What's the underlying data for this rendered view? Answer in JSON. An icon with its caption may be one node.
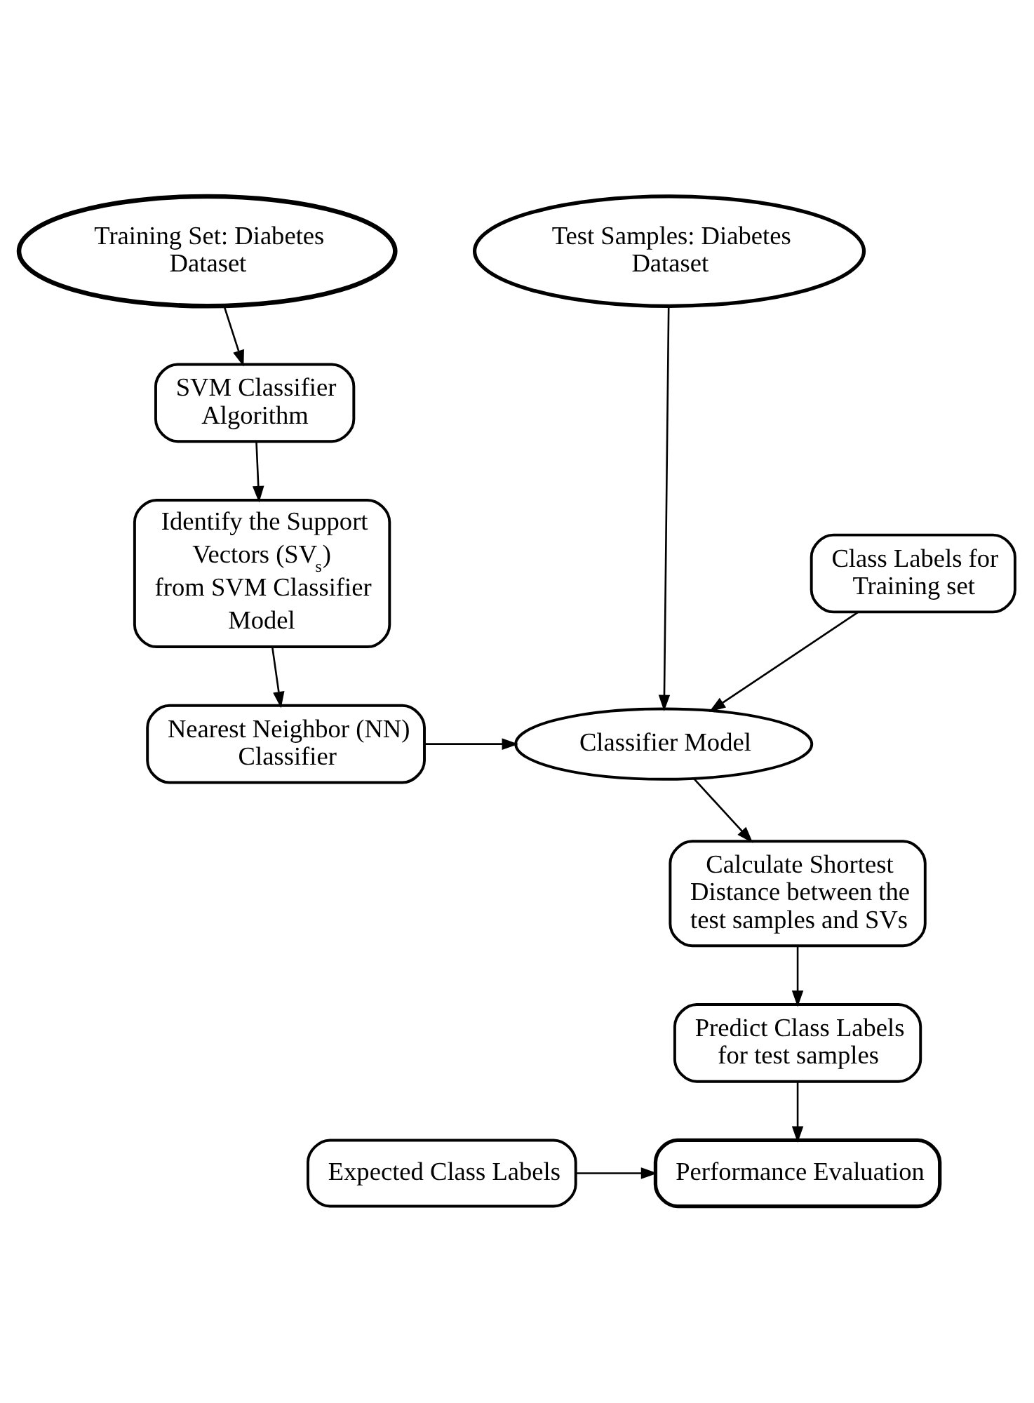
{
  "diagram": {
    "nodes": [
      {
        "text": [
          "Training Set: Diabetes Dataset"
        ]
      },
      {
        "text": [
          "SVM Classifier Algorithm"
        ]
      },
      {
        "text": [
          "Identify the Support Vectors (SV$_{s}$) from SVM Classifier Model"
        ]
      },
      {
        "text": [
          "Nearest Neighbor (NN) Classifier"
        ]
      },
      {
        "text": [
          "Class Labels for Training set"
        ]
      },
      {
        "text": [
          "Test Samples: Diabetes Dataset"
        ]
      },
      {
        "text": [
          "Classifier Model"
        ]
      },
      {
        "text": [
          "Calculate Shortest Distance between the test samples and SVs"
        ]
      },
      {
        "text": [
          "Predict Class Labels for test samples"
        ]
      },
      {
        "text": [
          "Expected Class Labels"
        ]
      },
      {
        "text": [
          "Performance Evaluation"
        ]
      }
    ],
    "edges": [
      {
        "from": 0,
        "to": 1,
        "arrow": "to"
      },
      {
        "from": 1,
        "to": 2,
        "arrow": "to"
      },
      {
        "from": 2,
        "to": 3,
        "arrow": "to"
      },
      {
        "from": 3,
        "to": 6,
        "arrow": "to"
      },
      {
        "from": 4,
        "to": 6,
        "arrow": "to"
      },
      {
        "from": 5,
        "to": 6,
        "arrow": "to"
      },
      {
        "from": 6,
        "to": 7,
        "arrow": "to"
      },
      {
        "from": 7,
        "to": 8,
        "arrow": "to"
      },
      {
        "from": 8,
        "to": 10,
        "arrow": "to"
      },
      {
        "from": 9,
        "to": 10,
        "arrow": "to"
      }
    ]
  }
}
